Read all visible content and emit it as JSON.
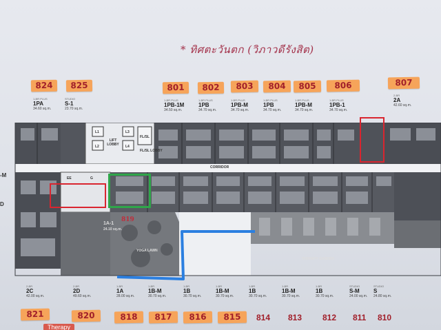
{
  "title": "* ทิศตะวันตก (วิภาวดีรังสิต)",
  "top_stickies": [
    "824",
    "825",
    "801",
    "802",
    "803",
    "804",
    "805",
    "806",
    "807"
  ],
  "bottom_stickies": [
    "821",
    "820",
    "818",
    "817",
    "816",
    "815",
    "814",
    "813",
    "812",
    "811",
    "810"
  ],
  "top_units": [
    {
      "type": "1-BR PLUS",
      "code": "1PA",
      "area": "34.60 sq.m."
    },
    {
      "type": "STUDIO",
      "code": "S-1",
      "area": "23.70 sq.m."
    },
    {
      "type": "1-BR PLUS",
      "code": "1PB-1M",
      "area": "34.50 sq.m."
    },
    {
      "type": "1-BR PLUS",
      "code": "1PB",
      "area": "34.70 sq.m."
    },
    {
      "type": "1-BR PLUS",
      "code": "1PB-M",
      "area": "34.70 sq.m."
    },
    {
      "type": "1-BR PLUS",
      "code": "1PB",
      "area": "34.70 sq.m."
    },
    {
      "type": "1-BR PLUS",
      "code": "1PB-M",
      "area": "34.70 sq.m."
    },
    {
      "type": "1-BR PLUS",
      "code": "1PB-1",
      "area": "34.70 sq.m."
    },
    {
      "type": "2-BR",
      "code": "2A",
      "area": "42.60 sq.m."
    }
  ],
  "bottom_units": [
    {
      "type": "2-BR",
      "code": "2C",
      "area": "42.00 sq.m."
    },
    {
      "type": "2-BR",
      "code": "2D",
      "area": "49.60 sq.m."
    },
    {
      "type": "1-BR",
      "code": "1A",
      "area": "28.00 sq.m."
    },
    {
      "type": "1-BR",
      "code": "1B-M",
      "area": "30.70 sq.m."
    },
    {
      "type": "1-BR",
      "code": "1B",
      "area": "30.70 sq.m."
    },
    {
      "type": "1-BR",
      "code": "1B-M",
      "area": "30.70 sq.m."
    },
    {
      "type": "1-BR",
      "code": "1B",
      "area": "30.70 sq.m."
    },
    {
      "type": "1-BR",
      "code": "1B-M",
      "area": "30.70 sq.m."
    },
    {
      "type": "1-BR",
      "code": "1B",
      "area": "30.70 sq.m."
    },
    {
      "type": "STUDIO",
      "code": "S-M",
      "area": "24.00 sq.m."
    },
    {
      "type": "STUDIO",
      "code": "S",
      "area": "24.80 sq.m."
    }
  ],
  "plan_labels": {
    "l1": "L1",
    "l2": "L2",
    "l3": "L3",
    "l4": "L4",
    "lift_lobby": "LIFT LOBBY",
    "fl_sl": "FL/SL",
    "fl_sl_lobby": "FL/SL LOBBY",
    "corridor": "CORRIDOR",
    "ee": "EE",
    "g": "G",
    "unit_1a1": "1A-1",
    "unit_1a1_area": "24.10 sq.m.",
    "unit_1a1_note": "819",
    "yoga_lawn": "YOGA LAWN",
    "therapy_garden": "THERAPY GARDEN",
    "left_m": "-M",
    "left_d": "D"
  },
  "bottom_text": "Therapy",
  "colors": {
    "sticky": "#f6a45a",
    "sticky_text": "#a11f2a",
    "red_box": "#d9252f",
    "green_box": "#2fa64a",
    "blue_line": "#2b7fe0",
    "title": "#a3314a"
  }
}
